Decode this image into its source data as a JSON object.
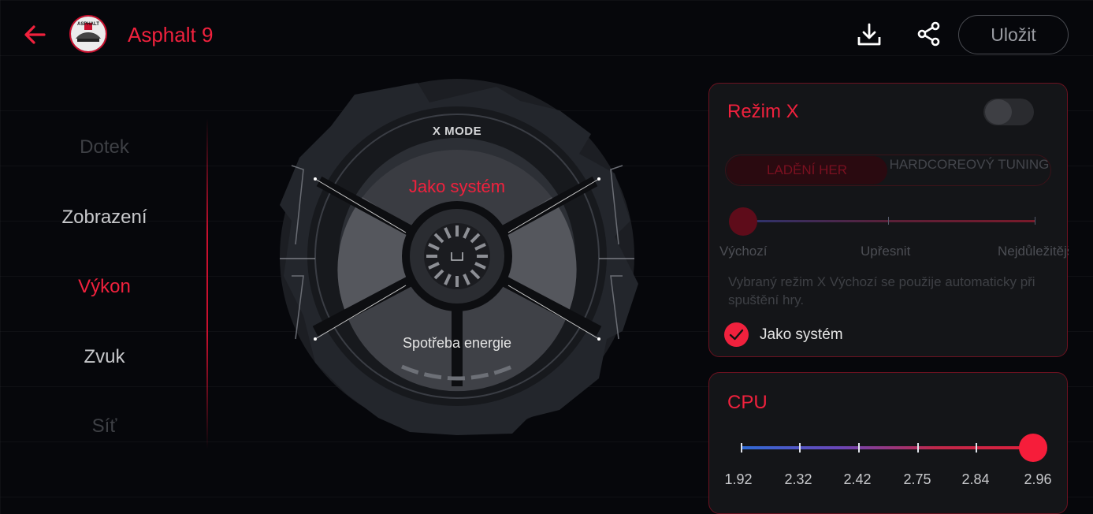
{
  "header": {
    "app_title": "Asphalt 9",
    "app_icon_text": "ASPHALT",
    "save_label": "Uložit",
    "icons": [
      "back-arrow-icon",
      "app-icon",
      "download-icon",
      "share-icon"
    ]
  },
  "sidebar": {
    "items": [
      {
        "label": "Dotek",
        "state": "dim"
      },
      {
        "label": "Zobrazení",
        "state": "normal"
      },
      {
        "label": "Výkon",
        "state": "active"
      },
      {
        "label": "Zvuk",
        "state": "normal"
      },
      {
        "label": "Síť",
        "state": "dim"
      }
    ]
  },
  "dial": {
    "badge": "X MODE",
    "mode_label": "Jako systém",
    "power_label": "Spotřeba energie"
  },
  "xmode_panel": {
    "title": "Režim X",
    "toggle_on": false,
    "segments": [
      "LADĚNÍ HER",
      "HARDCOREOVÝ TUNING"
    ],
    "slider_labels": [
      "Výchozí",
      "Upřesnit",
      "Nejdůležitější"
    ],
    "slider_level": 0,
    "description": "Vybraný režim X Výchozí se použije automaticky při spuštění hry.",
    "system_checkbox_label": "Jako systém",
    "system_checked": true
  },
  "cpu_panel": {
    "title": "CPU",
    "values": [
      "1.92",
      "2.32",
      "2.42",
      "2.75",
      "2.84",
      "2.96"
    ],
    "selected_index": 5
  },
  "colors": {
    "accent": "#f0213d",
    "background": "#06070b",
    "panel": "#141518",
    "panel_border": "#6b1220"
  }
}
